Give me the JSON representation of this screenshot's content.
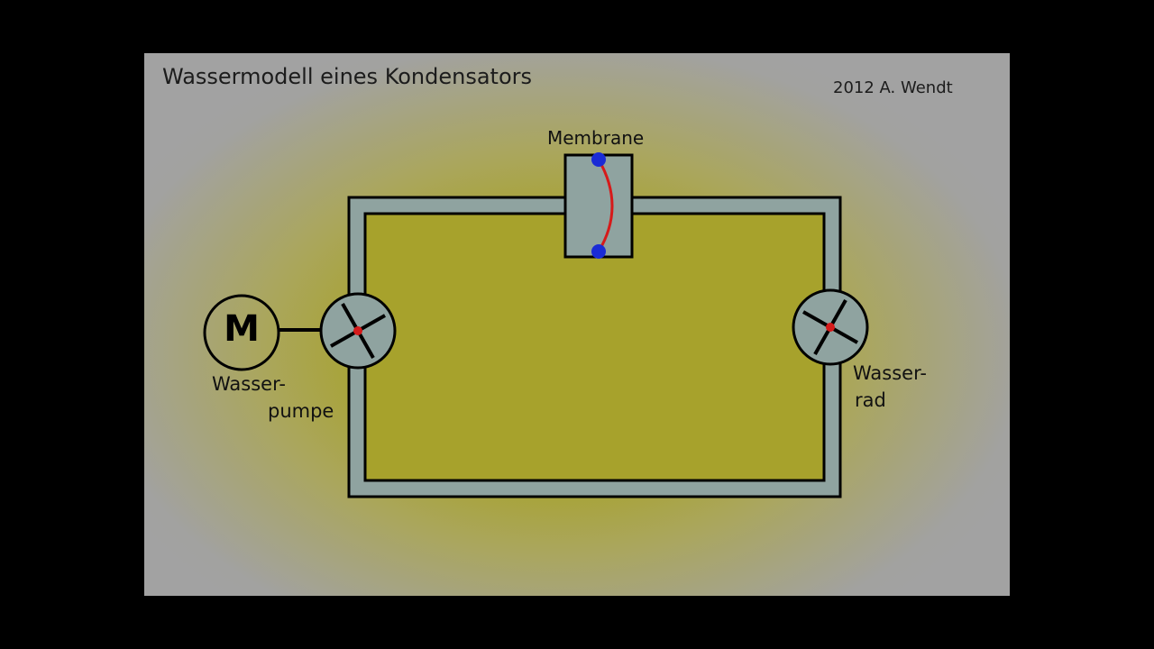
{
  "title": "Wassermodell eines Kondensators",
  "credit": "2012  A. Wendt",
  "labels": {
    "membrane": "Membrane",
    "pump_line1": "Wasser-",
    "pump_line2": "pumpe",
    "wheel_line1": "Wasser-",
    "wheel_line2": "rad",
    "motor": "M"
  },
  "colors": {
    "background": "#000000",
    "pipe_fill": "#8fa3a0",
    "outline": "#000000",
    "membrane": "#d61a1a",
    "anchor": "#1a2bd6",
    "rotor_hub": "#d61a1a"
  }
}
